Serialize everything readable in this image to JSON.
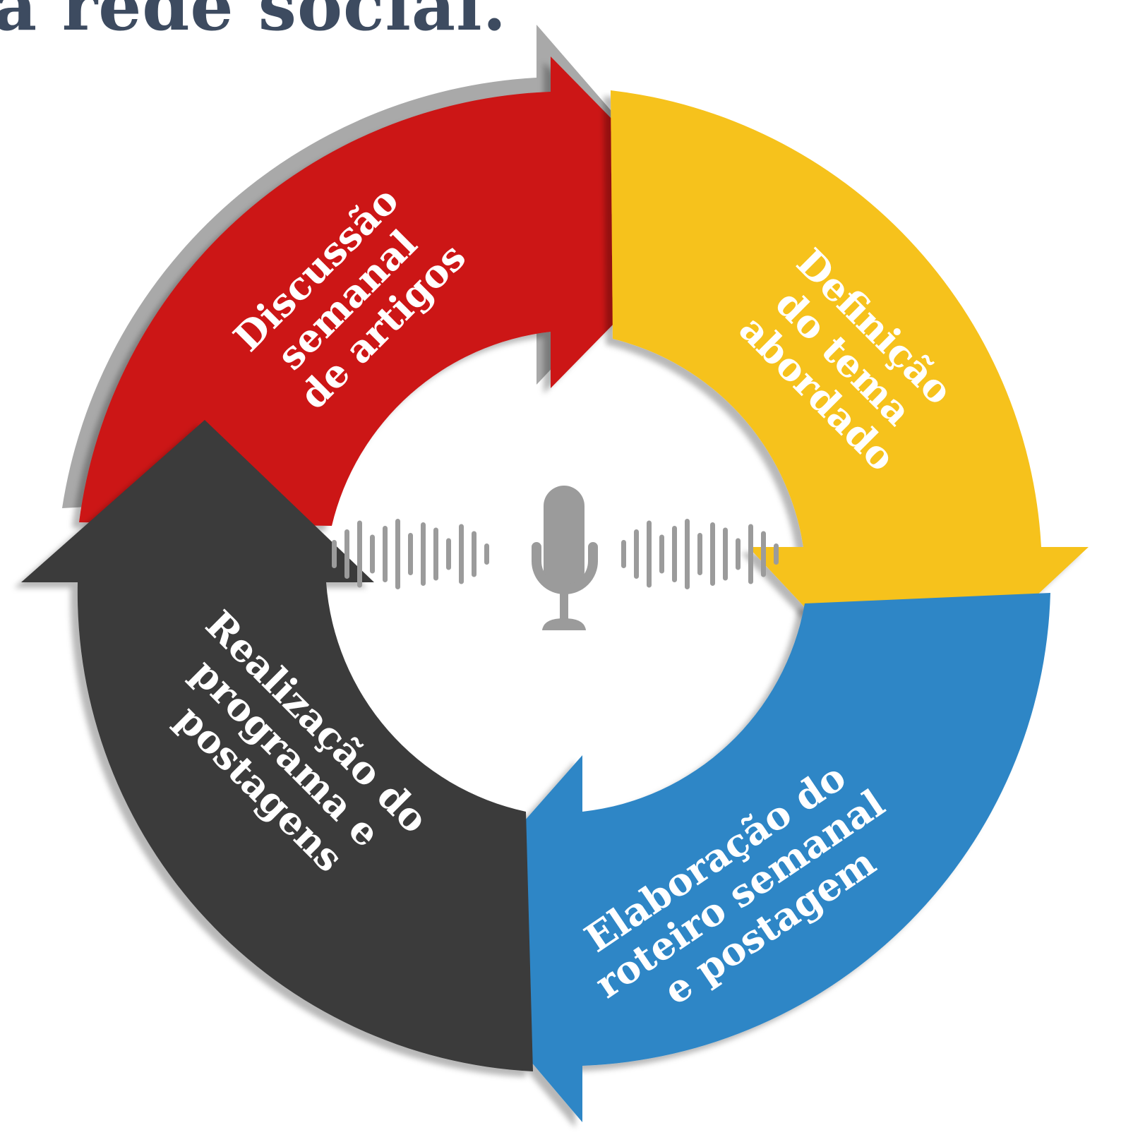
{
  "title": "a rede social.",
  "colors": {
    "red": "#cc1414",
    "yellow": "#f6c21e",
    "blue": "#2e86c6",
    "dark": "#3a3a3a",
    "shadow": "#a9a9a9",
    "mic": "#9b9b9b",
    "title": "#3d4b60"
  },
  "icon": "microphone-waveform-icon",
  "steps": [
    {
      "id": "red",
      "color": "#cc1414",
      "lines": [
        "Discussão",
        "semanal",
        "de artigos"
      ]
    },
    {
      "id": "yellow",
      "color": "#f6c21e",
      "lines": [
        "Definição",
        "do tema",
        "abordado"
      ]
    },
    {
      "id": "blue",
      "color": "#2e86c6",
      "lines": [
        "Elaboração do",
        "roteiro semanal",
        "e postagem"
      ]
    },
    {
      "id": "dark",
      "color": "#3a3a3a",
      "lines": [
        "Realização do",
        "programa e",
        "postagens"
      ]
    }
  ]
}
